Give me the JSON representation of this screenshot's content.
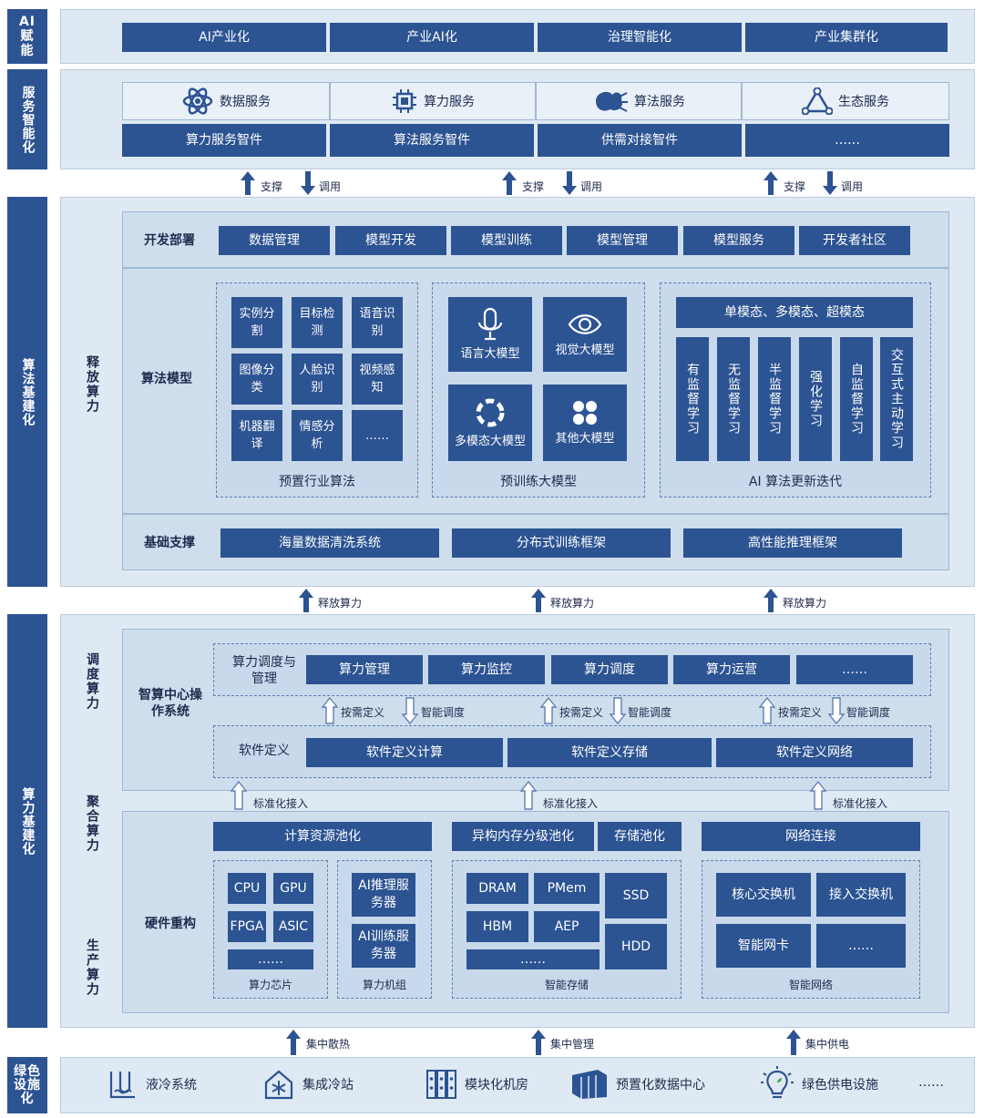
{
  "side": {
    "ai": "AI赋能",
    "service": "服务智能化",
    "algo": "算法基建化",
    "compute": "算力基建化",
    "green": "绿色设施化"
  },
  "ai_row": [
    "AI产业化",
    "产业AI化",
    "治理智能化",
    "产业集群化"
  ],
  "services": [
    "数据服务",
    "算力服务",
    "算法服务",
    "生态服务"
  ],
  "agents": [
    "算力服务智件",
    "算法服务智件",
    "供需对接智件",
    "……"
  ],
  "support": "支撑",
  "invoke": "调用",
  "dev": {
    "label": "开发部署",
    "items": [
      "数据管理",
      "模型开发",
      "模型训练",
      "模型管理",
      "模型服务",
      "开发者社区"
    ]
  },
  "release_label": "释放算力",
  "algo_model_label": "算法模型",
  "preset": {
    "items": [
      "实例分割",
      "目标检测",
      "语音识别",
      "图像分类",
      "人脸识别",
      "视频感知",
      "机器翻译",
      "情感分析",
      "……"
    ],
    "caption": "预置行业算法"
  },
  "pretrain": {
    "items": [
      "语言大模型",
      "视觉大模型",
      "多模态大模型",
      "其他大模型"
    ],
    "caption": "预训练大模型"
  },
  "iter": {
    "header": "单模态、多模态、超模态",
    "items": [
      "有监督学习",
      "无监督学习",
      "半监督学习",
      "强化学习",
      "自监督学习",
      "交互式主动学习"
    ],
    "caption": "AI 算法更新迭代"
  },
  "base": {
    "label": "基础支撑",
    "items": [
      "海量数据清洗系统",
      "分布式训练框架",
      "高性能推理框架"
    ]
  },
  "release_arrow": "释放算力",
  "os": {
    "label": "智算中心操作系统",
    "sched_label": "调度算力",
    "agg_label": "聚合算力",
    "prod_label": "生产算力"
  },
  "mgmt": {
    "label": "算力调度与管理",
    "items": [
      "算力管理",
      "算力监控",
      "算力调度",
      "算力运营",
      "……"
    ]
  },
  "ondemand": "按需定义",
  "smart_sched": "智能调度",
  "sdef": {
    "label": "软件定义",
    "items": [
      "软件定义计算",
      "软件定义存储",
      "软件定义网络"
    ]
  },
  "std_access": "标准化接入",
  "hw": {
    "label": "硬件重构",
    "pool1": "计算资源池化",
    "pool2": "异构内存分级池化",
    "pool3": "存储池化",
    "pool4": "网络连接",
    "chips": [
      "CPU",
      "GPU",
      "FPGA",
      "ASIC",
      "……"
    ],
    "chips_cap": "算力芯片",
    "servers": [
      "AI推理服务器",
      "AI训练服务器"
    ],
    "servers_cap": "算力机组",
    "mem": [
      "DRAM",
      "PMem",
      "HBM",
      "AEP",
      "……",
      "SSD",
      "HDD"
    ],
    "mem_cap": "智能存储",
    "net": [
      "核心交换机",
      "接入交换机",
      "智能网卡",
      "……"
    ],
    "net_cap": "智能网络"
  },
  "bottom_arrows": [
    "集中散热",
    "集中管理",
    "集中供电"
  ],
  "green": [
    "液冷系统",
    "集成冷站",
    "模块化机房",
    "预置化数据中心",
    "绿色供电设施",
    "……"
  ]
}
